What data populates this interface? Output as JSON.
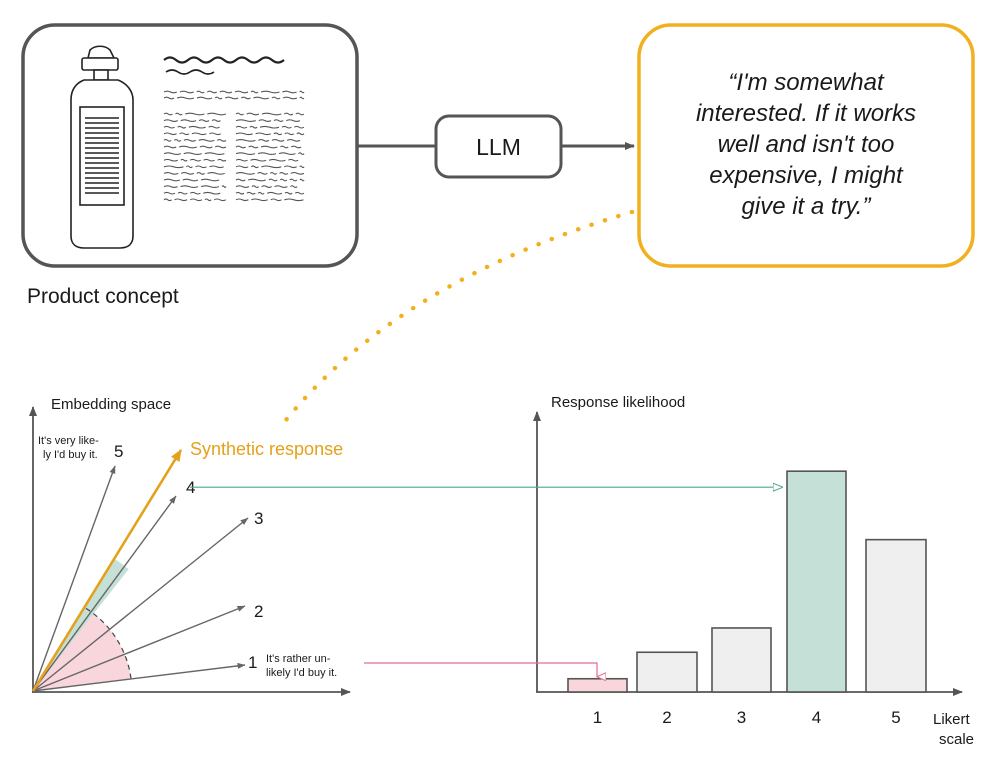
{
  "concept": {
    "caption": "Product concept"
  },
  "llm": {
    "label": "LLM"
  },
  "synthetic_quote": {
    "lines": [
      "“I'm somewhat",
      "interested. If it works",
      "well and isn't too",
      "expensive, I might",
      "give it a try.”"
    ]
  },
  "embedding": {
    "title": "Embedding space",
    "synthetic_label": "Synthetic response",
    "vectors": [
      {
        "number": "1",
        "anchor_lines": [
          "It's rather un-",
          "likely I'd buy it."
        ]
      },
      {
        "number": "2",
        "anchor_lines": []
      },
      {
        "number": "3",
        "anchor_lines": []
      },
      {
        "number": "4",
        "anchor_lines": []
      },
      {
        "number": "5",
        "anchor_lines": [
          "It's very like-",
          "ly I'd buy it."
        ]
      }
    ]
  },
  "likelihood_chart": {
    "ylabel": "Response likelihood",
    "xlabel_lines": [
      "Likert",
      "scale"
    ]
  },
  "chart_data": {
    "type": "bar",
    "categories": [
      "1",
      "2",
      "3",
      "4",
      "5"
    ],
    "values": [
      0.06,
      0.18,
      0.29,
      1.0,
      0.69
    ],
    "ylabel": "Response likelihood",
    "xlabel": "Likert scale",
    "ylim": [
      0,
      1.25
    ],
    "highlighted": [
      {
        "category": "1",
        "color": "#f8d6dc"
      },
      {
        "category": "4",
        "color": "#c5e0d6"
      }
    ],
    "grid": false
  },
  "colors": {
    "accent": "#f2b01e",
    "synthetic": "#e4a11b",
    "green": "#c5e0d6",
    "green_line": "#4fa888",
    "pink": "#f8d6dc",
    "pink_line": "#e86b8a",
    "bar_default": "#efefef",
    "stroke": "#555555"
  }
}
